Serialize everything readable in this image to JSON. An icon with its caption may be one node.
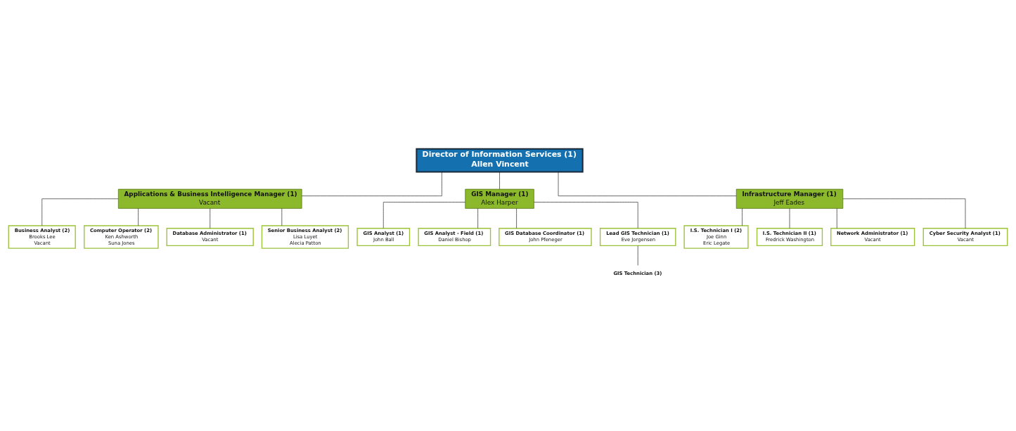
{
  "diagram": {
    "nodes": [
      {
        "text": [
          "Director of Information Services (1)",
          "Allen Vincent"
        ]
      },
      {
        "text": [
          "Applications & Business Intelligence Manager (1)",
          "Vacant"
        ]
      },
      {
        "text": [
          "GIS Manager (1)",
          "Alex Harper"
        ]
      },
      {
        "text": [
          "Infrastructure Manager (1)",
          "Jeff Eades"
        ]
      },
      {
        "text": [
          "Business Analyst (2)",
          "Brooks Lee",
          "Vacant"
        ]
      },
      {
        "text": [
          "Computer Operator (2)",
          "Ken Ashworth",
          "Suna Jones"
        ]
      },
      {
        "text": [
          "Database Administrator (1)",
          "Vacant"
        ]
      },
      {
        "text": [
          "Senior Business Analyst (2)",
          "Lisa Luyet",
          "Alecia Patton"
        ]
      },
      {
        "text": [
          "GIS Analyst (1)",
          "John Ball"
        ]
      },
      {
        "text": [
          "GIS Analyst - Field (1)",
          "Daniel Bishop"
        ]
      },
      {
        "text": [
          "GIS Database Coordinator (1)",
          "John Pfeneger"
        ]
      },
      {
        "text": [
          "Lead GIS Technician (1)",
          "Eve Jorgensen"
        ]
      },
      {
        "text": [
          "GIS Technician (3)"
        ]
      },
      {
        "text": [
          "I.S. Technician I (2)",
          "Joe Ginn",
          "Eric Legate"
        ]
      },
      {
        "text": [
          "I.S. Technician II (1)",
          "Fredrick Washington"
        ]
      },
      {
        "text": [
          "Network Administrator (1)",
          "Vacant"
        ]
      },
      {
        "text": [
          "Cyber Security Analyst (1)",
          "Vacant"
        ]
      }
    ],
    "edges": [
      {
        "from": 0,
        "to": 1,
        "arrow": "none"
      },
      {
        "from": 0,
        "to": 2,
        "arrow": "none"
      },
      {
        "from": 0,
        "to": 3,
        "arrow": "none"
      },
      {
        "from": 1,
        "to": 4,
        "arrow": "none"
      },
      {
        "from": 1,
        "to": 5,
        "arrow": "none"
      },
      {
        "from": 1,
        "to": 6,
        "arrow": "none"
      },
      {
        "from": 1,
        "to": 7,
        "arrow": "none"
      },
      {
        "from": 2,
        "to": 8,
        "arrow": "none"
      },
      {
        "from": 2,
        "to": 9,
        "arrow": "none"
      },
      {
        "from": 2,
        "to": 10,
        "arrow": "none"
      },
      {
        "from": 2,
        "to": 11,
        "arrow": "none"
      },
      {
        "from": 11,
        "to": 12,
        "arrow": "none"
      },
      {
        "from": 3,
        "to": 13,
        "arrow": "none"
      },
      {
        "from": 3,
        "to": 14,
        "arrow": "none"
      },
      {
        "from": 3,
        "to": 15,
        "arrow": "none"
      },
      {
        "from": 3,
        "to": 16,
        "arrow": "none"
      }
    ]
  }
}
